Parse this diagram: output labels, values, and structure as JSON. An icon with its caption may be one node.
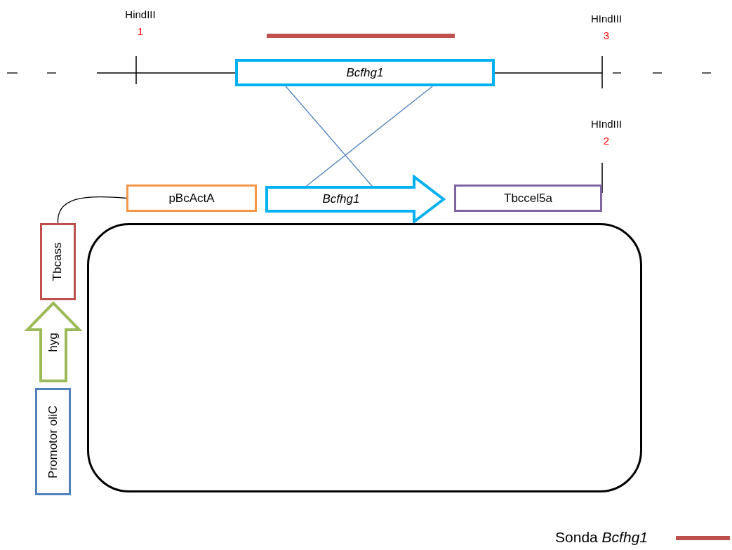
{
  "diagram": {
    "nodes": [
      {
        "text": [
          "Bcfhg1"
        ]
      },
      {
        "text": [
          "pBcActA"
        ]
      },
      {
        "text": [
          "Bcfhg1"
        ]
      },
      {
        "text": [
          "Tbccel5a"
        ]
      },
      {
        "text": [
          "Tbcass"
        ]
      },
      {
        "text": [
          "hyg"
        ]
      },
      {
        "text": [
          "Promotor oliC"
        ]
      },
      {
        "text": [],
        "shape": "box"
      },
      {
        "text": [],
        "shape": "bar"
      }
    ],
    "edges": [
      {
        "from": 0,
        "to": 2,
        "arrow": "none"
      },
      {
        "from": 0,
        "to": 2,
        "arrow": "none"
      },
      {
        "from": 4,
        "to": 1,
        "arrow": "none",
        "color": "#000000"
      }
    ],
    "labels": [
      "HindIII",
      "1",
      "HIndIII",
      "3",
      "HIndIII",
      "2"
    ],
    "legend": [
      {
        "text": "Sonda *Bcfhg1*"
      }
    ]
  }
}
